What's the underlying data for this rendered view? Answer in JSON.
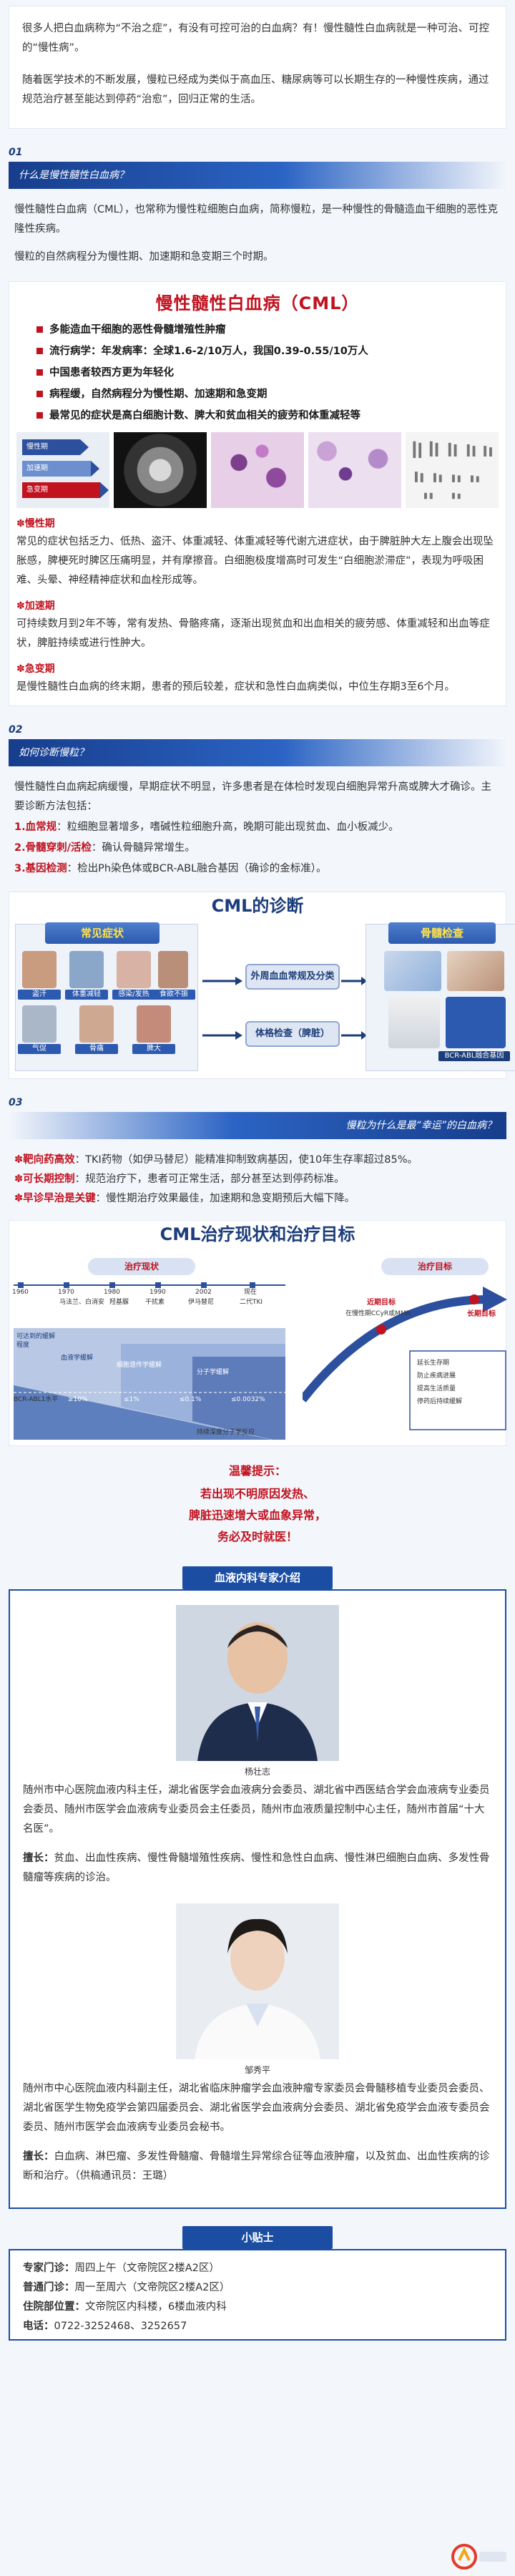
{
  "intro": {
    "p1": "很多人把白血病称为“不治之症”，有没有可控可治的白血病？有！慢性髓性白血病就是一种可治、可控的“慢性病”。",
    "p2": "随着医学技术的不断发展，慢粒已经成为类似于高血压、糖尿病等可以长期生存的一种慢性疾病，通过规范治疗甚至能达到停药“治愈”，回归正常的生活。"
  },
  "sections": {
    "s1": {
      "num": "01",
      "title": "什么是慢性髓性白血病？"
    },
    "s2": {
      "num": "02",
      "title": "如何诊断慢粒？"
    },
    "s3": {
      "num": "03",
      "title": "慢粒为什么是最“幸运”的白血病？"
    }
  },
  "s1": {
    "p1": "慢性髓性白血病（CML），也常称为慢性粒细胞白血病，简称慢粒，是一种慢性的骨髓造血干细胞的恶性克隆性疾病。",
    "p2": "慢粒的自然病程分为慢性期、加速期和急变期三个时期。",
    "card_title": "慢性髓性白血病（CML）",
    "bullets": [
      "多能造血干细胞的恶性骨髓增殖性肿瘤",
      "流行病学：年发病率：全球1.6-2/10万人，我国0.39-0.55/10万人",
      "中国患者较西方更为年轻化",
      "病程缓，自然病程分为慢性期、加速期和急变期",
      "最常见的症状是高白细胞计数、脾大和贫血相关的疲劳和体重减轻等"
    ],
    "mini_labels": [
      "慢性期",
      "加速期",
      "急变期"
    ],
    "phases": [
      {
        "label": "✽慢性期",
        "text": "常见的症状包括乏力、低热、盗汗、体重减轻、体重减轻等代谢亢进症状，由于脾脏肿大左上腹会出现坠胀感，脾梗死时脾区压痛明显，并有摩擦音。白细胞极度增高时可发生“白细胞淤滞症”，表现为呼吸困难、头晕、神经精神症状和血栓形成等。"
      },
      {
        "label": "✽加速期",
        "text": "可持续数月到2年不等，常有发热、骨骼疼痛，逐渐出现贫血和出血相关的疲劳感、体重减轻和出血等症状，脾脏持续或进行性肿大。"
      },
      {
        "label": "✽急变期",
        "text": "是慢性髓性白血病的终末期，患者的预后较差，症状和急性白血病类似，中位生存期3至6个月。"
      }
    ]
  },
  "s2": {
    "p1": "慢性髓性白血病起病缓慢，早期症状不明显，许多患者是在体检时发现白细胞异常升高或脾大才确诊。主要诊断方法包括：",
    "items": [
      {
        "k": "1.血常规",
        "v": "：粒细胞显著增多，嗜碱性粒细胞升高，晚期可能出现贫血、血小板减少。"
      },
      {
        "k": "2.骨髓穿刺/活检",
        "v": "：确认骨髓异常增生。"
      },
      {
        "k": "3.基因检测",
        "v": "：检出Ph染色体或BCR-ABL融合基因（确诊的金标准）。"
      }
    ],
    "fig_title": "CML的诊断",
    "sym_head": "常见症状",
    "exam_head": "骨髓检查",
    "symptoms": [
      "盗汗",
      "体重减轻",
      "感染/发热",
      "食欲不振",
      "气促",
      "骨痛",
      "脾大"
    ],
    "mid_nodes": [
      "外周血血常规及分类",
      "体格检查（脾脏）"
    ],
    "exam_caption": "BCR-ABL融合基因"
  },
  "s3": {
    "items": [
      {
        "k": "✽靶向药高效",
        "v": "：TKI药物（如伊马替尼）能精准抑制致病基因，使10年生存率超过85%。"
      },
      {
        "k": "✽可长期控制",
        "v": "：规范治疗下，患者可正常生活，部分甚至达到停药标准。"
      },
      {
        "k": "✽早诊早治是关键",
        "v": "：慢性期治疗效果最佳，加速期和急变期预后大幅下降。"
      }
    ],
    "fig_title": "CML治疗现状和治疗目标",
    "status_label": "治疗现状",
    "goal_label": "治疗目标",
    "years": [
      "1960",
      "1970",
      "1980",
      "1990",
      "2002",
      "现在"
    ],
    "drugs": [
      "马法兰、白消安",
      "羟基脲",
      "干扰素",
      "伊马替尼",
      "二代TKI"
    ],
    "side_labels": [
      "可达到的缓解程度",
      "血液学缓解",
      "细胞遗传学缓解",
      "分子学缓解"
    ],
    "bcr_label": "BCR-ABL1水平",
    "pcts": [
      "≥10%",
      "≤1%",
      "≤0.1%",
      "≤0.0032%"
    ],
    "bottom_note": "持续深度分子学反应",
    "goal_near": "近期目标",
    "goal_near_text": "在慢性期CCyR或MMR",
    "goal_long": "长期目标",
    "goal_list": [
      "延长生存期",
      "防止疾病进展",
      "提高生活质量",
      "停药后持续缓解"
    ]
  },
  "reminder": {
    "head": "温馨提示：",
    "lines": [
      "若出现不明原因发热、",
      "脾脏迅速增大或血象异常，",
      "务必及时就医！"
    ]
  },
  "experts": {
    "title": "血液内科专家介绍",
    "e1": {
      "name": "杨壮志",
      "bio": "随州市中心医院血液内科主任，湖北省医学会血液病分会委员、湖北省中西医结合学会血液病专业委员会委员、随州市医学会血液病专业委员会主任委员，随州市血液质量控制中心主任，随州市首届“十大名医”。",
      "spec_k": "擅长：",
      "spec_v": "贫血、出血性疾病、慢性骨髓增殖性疾病、慢性和急性白血病、慢性淋巴细胞白血病、多发性骨髓瘤等疾病的诊治。"
    },
    "e2": {
      "name": "邹秀平",
      "bio": "随州市中心医院血液内科副主任，湖北省临床肿瘤学会血液肿瘤专家委员会骨髓移植专业委员会委员、湖北省医学生物免疫学会第四届委员会、湖北省医学会血液病分会委员、湖北省免疫学会血液专委员会委员、随州市医学会血液病专业委员会秘书。",
      "spec_k": "擅长：",
      "spec_v": "白血病、淋巴瘤、多发性骨髓瘤、骨髓增生异常综合征等血液肿瘤，以及贫血、出血性疾病的诊断和治疗。（供稿通讯员：王璐）"
    }
  },
  "tips": {
    "title": "小贴士",
    "rows": [
      {
        "k": "专家门诊：",
        "v": "周四上午（文帝院区2楼A2区）"
      },
      {
        "k": "普通门诊：",
        "v": "周一至周六（文帝院区2楼A2区）"
      },
      {
        "k": "住院部位置：",
        "v": "文帝院区内科楼，6楼血液内科"
      },
      {
        "k": "电话：",
        "v": "0722-3252468、3252657"
      }
    ]
  },
  "colors": {
    "brand_blue": "#1b4ea3",
    "accent_red": "#c1121f",
    "bg": "#f3f6fb"
  }
}
